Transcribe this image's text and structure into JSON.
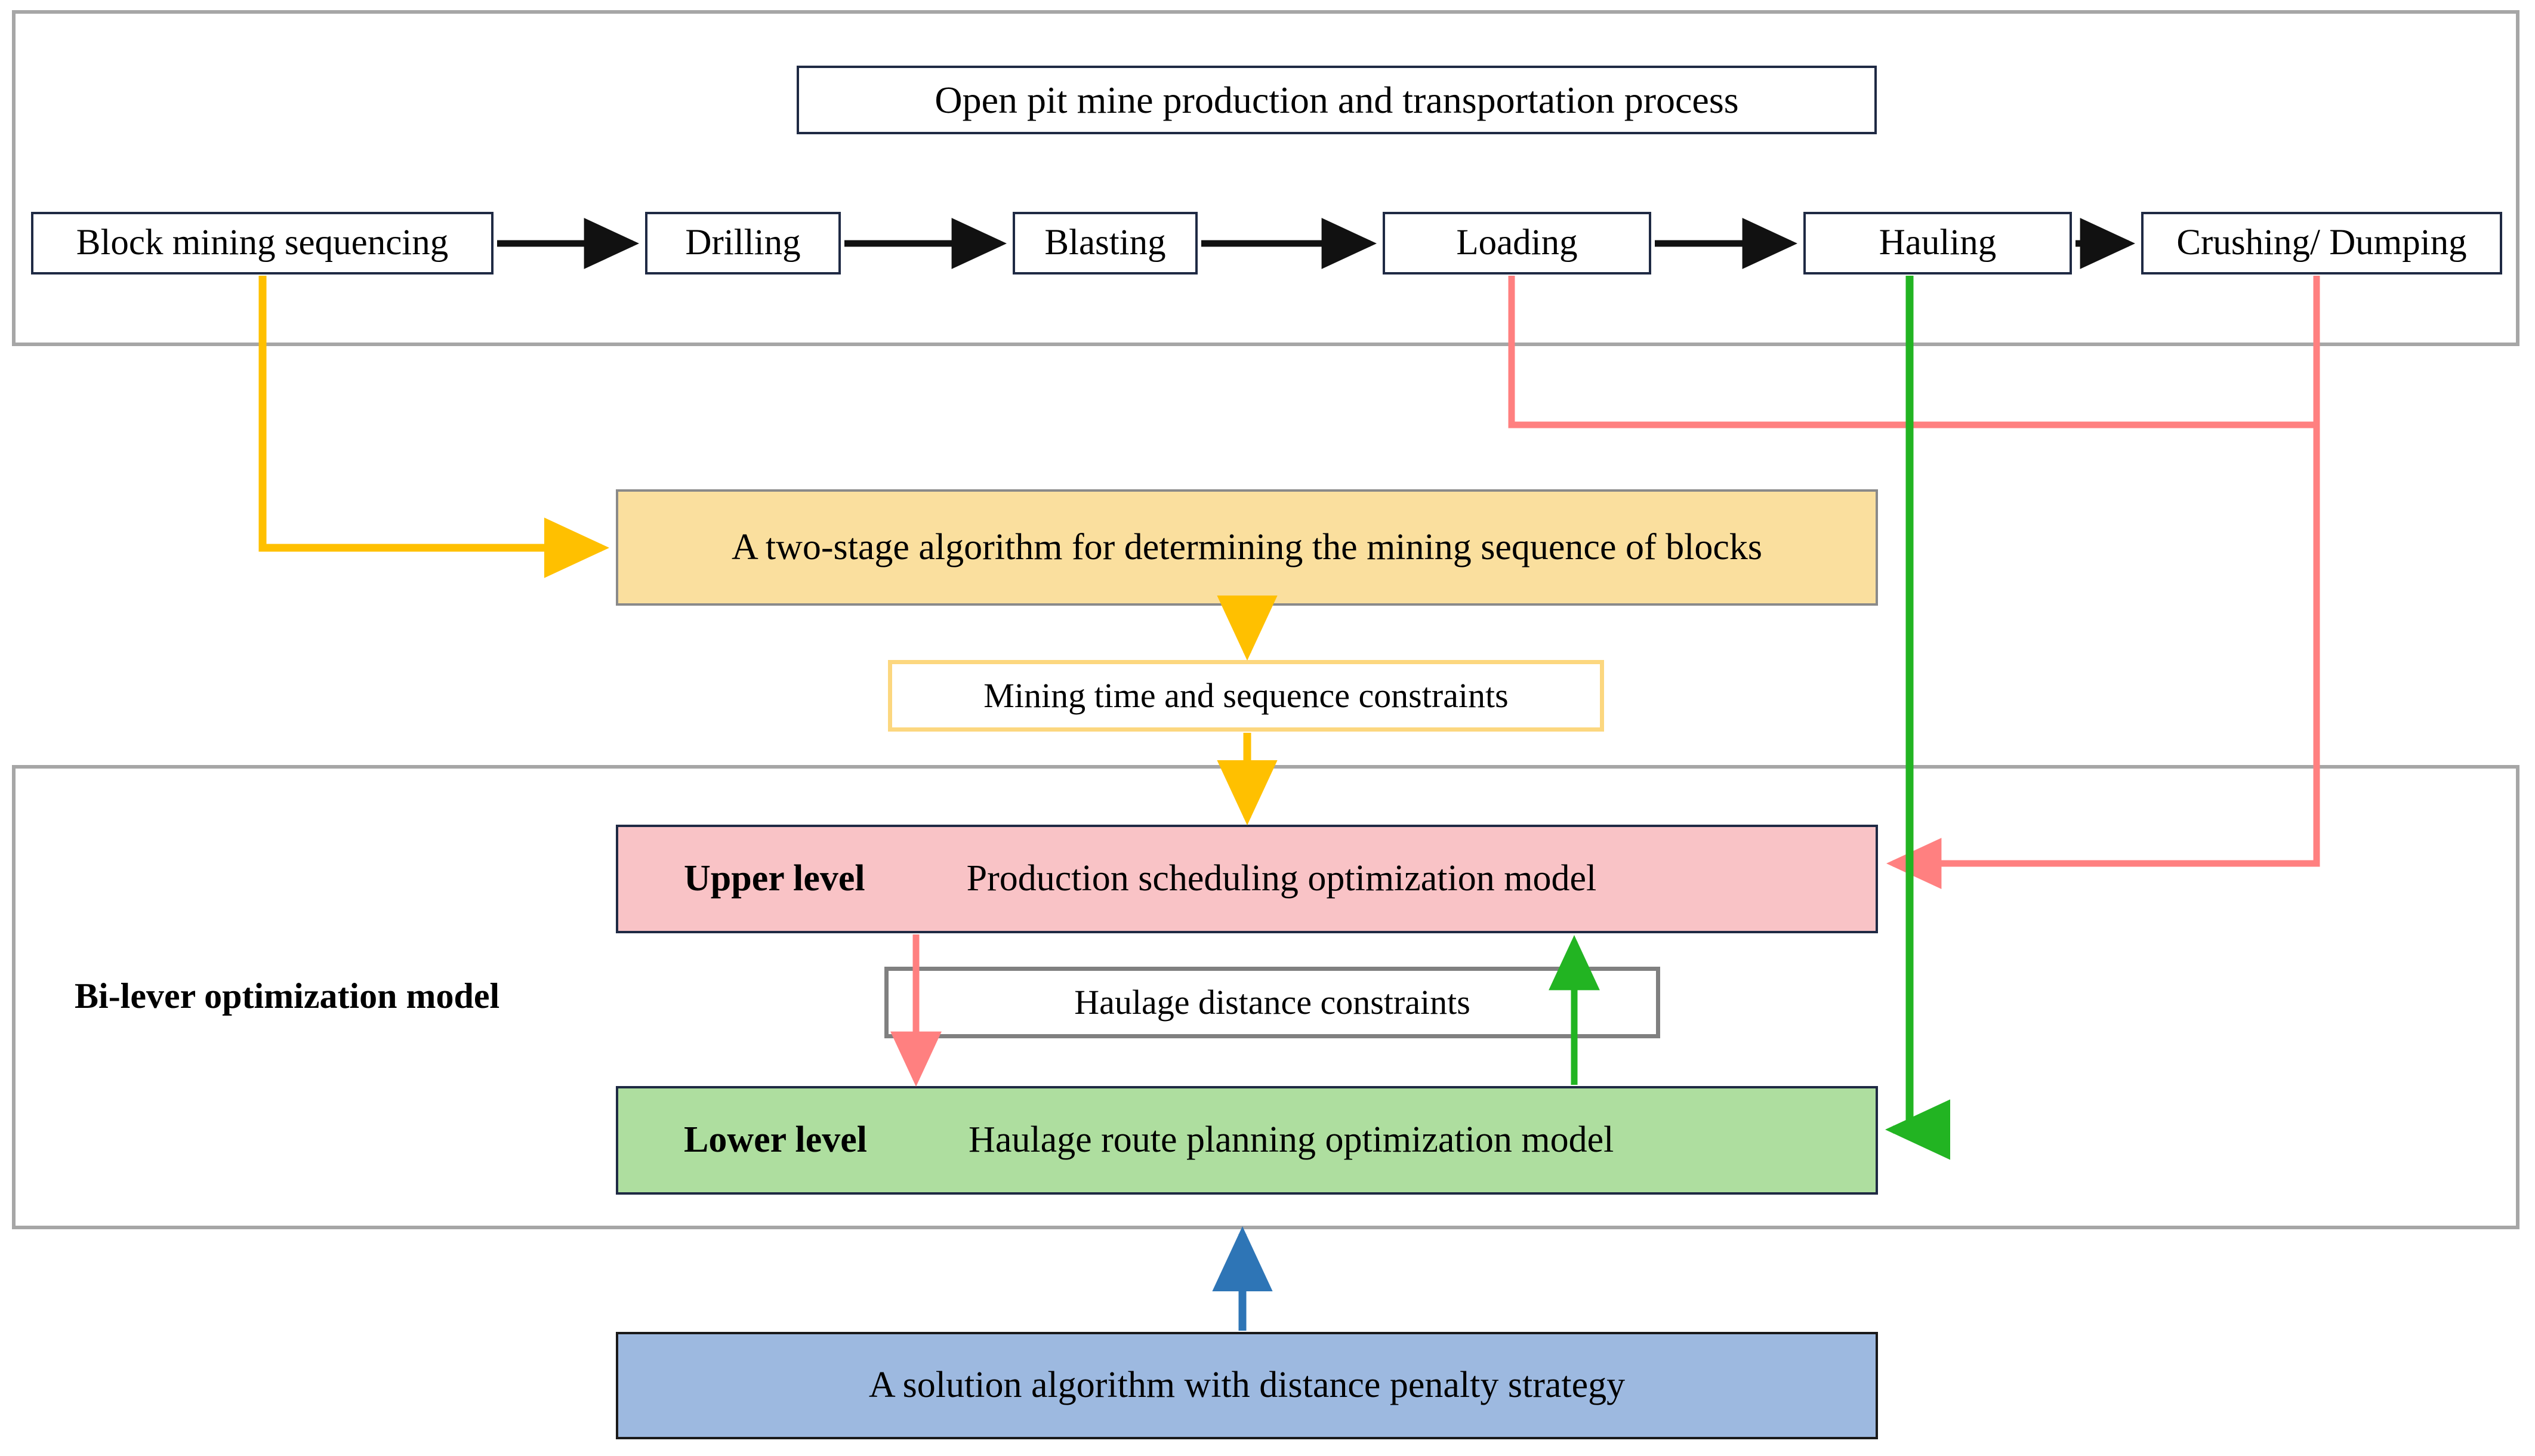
{
  "diagram": {
    "title": "Open pit mine production and transportation process",
    "side_label": "Bi-lever optimization model",
    "process_steps": [
      {
        "label": "Block mining sequencing"
      },
      {
        "label": "Drilling"
      },
      {
        "label": "Blasting"
      },
      {
        "label": "Loading"
      },
      {
        "label": "Hauling"
      },
      {
        "label": "Crushing/ Dumping"
      }
    ],
    "algorithm_box": {
      "label": "A two-stage algorithm for determining the mining sequence of blocks"
    },
    "mining_constraints": {
      "label": "Mining time and sequence constraints"
    },
    "upper_level": {
      "tag": "Upper level",
      "label": "Production scheduling optimization model"
    },
    "haulage_constraints": {
      "label": "Haulage distance constraints"
    },
    "lower_level": {
      "tag": "Lower level",
      "label": "Haulage route planning optimization model"
    },
    "solution_box": {
      "label": "A solution algorithm with distance penalty strategy"
    },
    "colors": {
      "frame_grey": "#a6a6a6",
      "box_border_navy": "#1f2a44",
      "orange": "#fadf9e",
      "orange_line": "#ffc000",
      "pink": "#f9c3c6",
      "pink_line": "#ff8080",
      "green": "#aede9f",
      "green_line": "#22b422",
      "blue": "#9db9e0",
      "blue_line": "#2e75b6",
      "black_arrow": "#111111"
    }
  }
}
